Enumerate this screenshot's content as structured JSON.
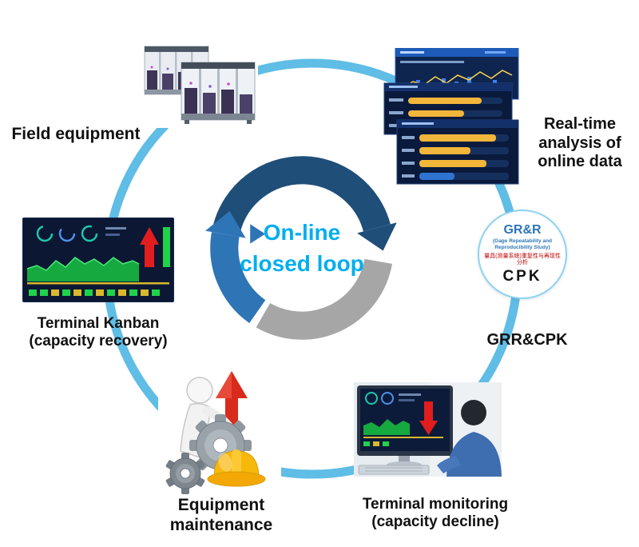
{
  "center": {
    "title": "On-line\nclosed loop"
  },
  "nodes": {
    "field_equipment": {
      "label": "Field equipment"
    },
    "realtime_analysis": {
      "label": "Real-time\nanalysis of\nonline data"
    },
    "grr_cpk": {
      "label": "GRR&CPK",
      "badge": {
        "title": "GR&R",
        "subtitle": "(Gage Repeatability and\nReproducibility Study)",
        "subtitle_zh": "量具(测量系统)重复性与再现性分析",
        "footer": "CPK"
      }
    },
    "terminal_monitoring": {
      "label": "Terminal monitoring\n(capacity decline)"
    },
    "equipment_maintenance": {
      "label": "Equipment\nmaintenance"
    },
    "terminal_kanban": {
      "label": "Terminal Kanban\n(capacity recovery)"
    }
  },
  "colors": {
    "center_text": "#00AEEF",
    "outer_circle": "#5FBDE6",
    "arc_dark_blue": "#1F4E79",
    "arc_medium_blue": "#2E75B6",
    "arc_gray": "#A6A6A6",
    "label_text": "#111111",
    "badge_blue": "#2E75B6",
    "badge_red": "#C00000",
    "alert_red": "#E02020",
    "chart_green": "#16A93F",
    "bar_yellow": "#F2B63A"
  }
}
